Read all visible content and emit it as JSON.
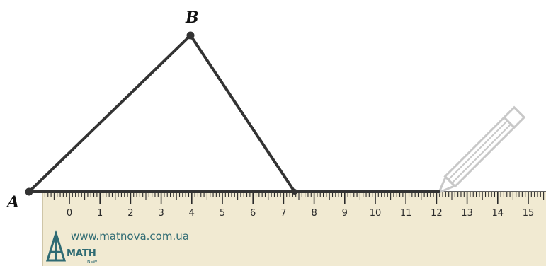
{
  "points": {
    "A": {
      "label": "A"
    },
    "B": {
      "label": "B"
    }
  },
  "ruler": {
    "tick_labels": [
      "0",
      "1",
      "2",
      "3",
      "4",
      "5",
      "6",
      "7",
      "8",
      "9",
      "10",
      "11",
      "12",
      "13",
      "14",
      "15"
    ],
    "brand_url": "www.matnova.com.ua",
    "brand_logo_text": "MATH",
    "brand_logo_subtext": "NEW"
  },
  "colors": {
    "ink": "#333333",
    "ruler_fill": "#f1ead2",
    "ruler_edge": "#2a2a2a",
    "brand": "#2f6b73",
    "pencil": "#c8c8c8"
  },
  "icons": [
    "pencil-icon",
    "math-logo-icon"
  ]
}
